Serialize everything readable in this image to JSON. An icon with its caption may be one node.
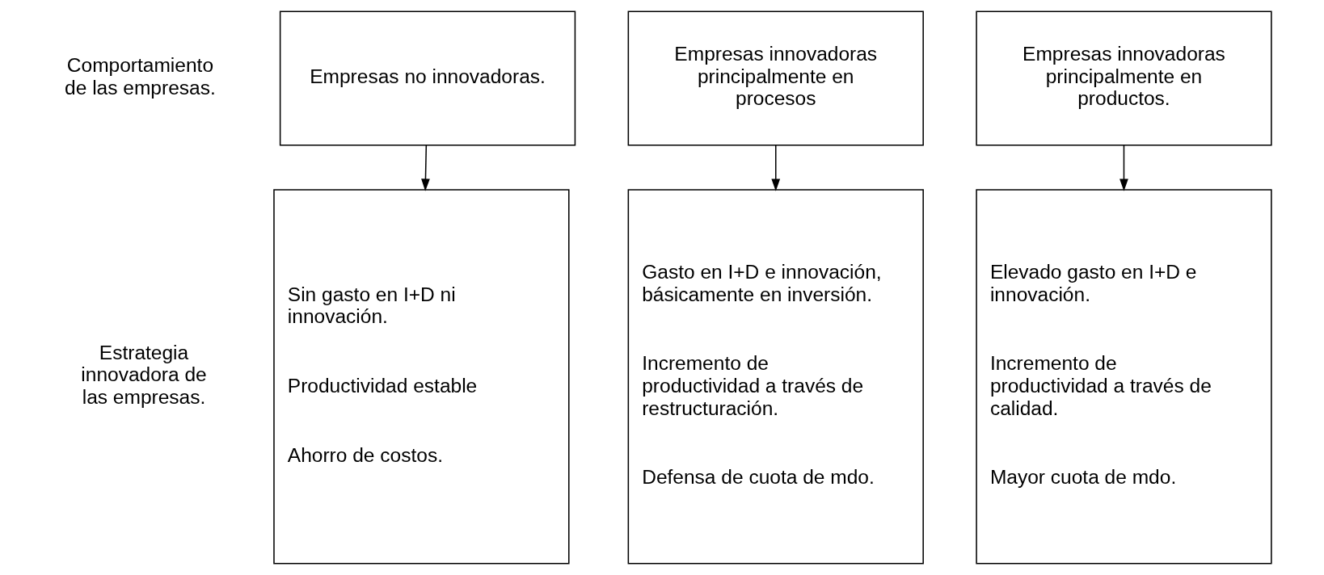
{
  "diagram": {
    "nodes": [
      {
        "text": [
          "Empresas no innovadoras."
        ]
      },
      {
        "text": [
          "Empresas innovadoras principalmente en procesos"
        ]
      },
      {
        "text": [
          "Empresas innovadoras principalmente en productos."
        ]
      },
      {
        "text": [
          "Sin gasto en I+D ni innovación.",
          "Productividad estable",
          "Ahorro de costos."
        ]
      },
      {
        "text": [
          "Gasto en I+D e innovación, básicamente en inversión.",
          "Incremento de productividad a través de restructuración.",
          "Defensa de cuota de mdo."
        ]
      },
      {
        "text": [
          "Elevado gasto en I+D e innovación.",
          "Incremento de productividad a través de calidad.",
          "Mayor cuota de mdo."
        ]
      }
    ],
    "edges": [
      {
        "from": 0,
        "to": 3,
        "arrow": "to"
      },
      {
        "from": 1,
        "to": 4,
        "arrow": "to"
      },
      {
        "from": 2,
        "to": 5,
        "arrow": "to"
      }
    ],
    "labels": [
      "Comportamiento de las empresas.",
      "Estrategia innovadora de las empresas."
    ]
  }
}
